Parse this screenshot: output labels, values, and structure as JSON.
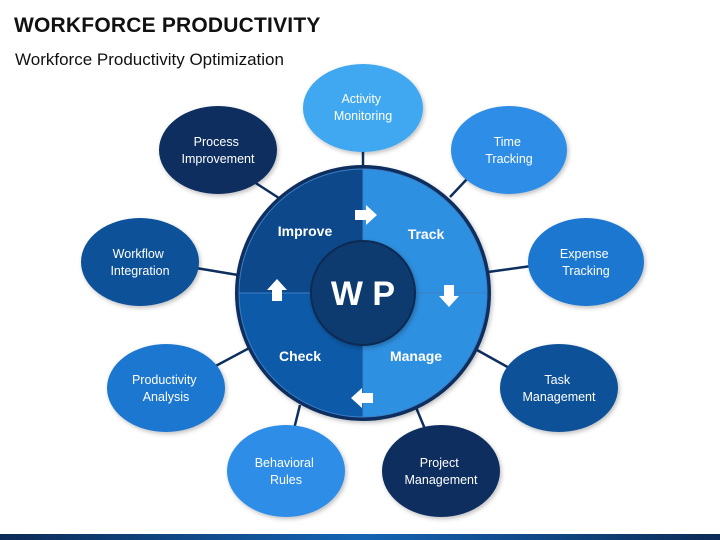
{
  "header": {
    "title": "WORKFORCE PRODUCTIVITY",
    "subtitle": "Workforce Productivity Optimization"
  },
  "center": {
    "label": "W P"
  },
  "segments": [
    {
      "label": "Improve",
      "color": "#0a4a8a"
    },
    {
      "label": "Track",
      "color": "#2e90e0"
    },
    {
      "label": "Manage",
      "color": "#2e90e0"
    },
    {
      "label": "Check",
      "color": "#0f5aa8"
    }
  ],
  "nodes": [
    {
      "line1": "Activity",
      "line2": "Monitoring",
      "color": "#3fa8f0"
    },
    {
      "line1": "Time",
      "line2": "Tracking",
      "color": "#2f8de6"
    },
    {
      "line1": "Expense",
      "line2": "Tracking",
      "color": "#1f77d0"
    },
    {
      "line1": "Task",
      "line2": "Management",
      "color": "#0d5199"
    },
    {
      "line1": "Project",
      "line2": "Management",
      "color": "#0c2f5e"
    },
    {
      "line1": "Behavioral",
      "line2": "Rules",
      "color": "#2f8de6"
    },
    {
      "line1": "Productivity",
      "line2": "Analysis",
      "color": "#1f77d0"
    },
    {
      "line1": "Workflow",
      "line2": "Integration",
      "color": "#0d5199"
    },
    {
      "line1": "Process",
      "line2": "Improvement",
      "color": "#0c2f5e"
    }
  ],
  "colors": {
    "connector": "#0c2f5e",
    "ring_outline": "#0c2f5e",
    "center_fill": "#0c3a70",
    "arrow": "#ffffff"
  },
  "icons": [
    "arrow-right-icon",
    "arrow-down-icon",
    "arrow-left-icon",
    "arrow-up-icon"
  ]
}
